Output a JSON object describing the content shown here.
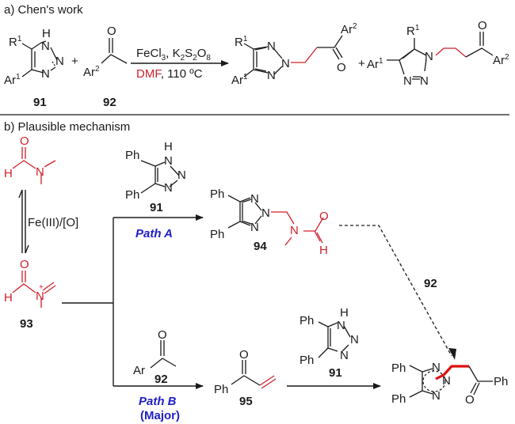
{
  "sections": {
    "a": {
      "title": "a) Chen's work"
    },
    "b": {
      "title": "b) Plausible mechanism"
    }
  },
  "colors": {
    "highlight": "#d0202a",
    "path_label": "#2020c8",
    "text": "#1a1a1a"
  },
  "reaction_a": {
    "reagent_top": "FeCl3, K2S2O8",
    "reagent_top_parts": {
      "fecl": "FeCl",
      "sub3": "3",
      "comma": ", K",
      "sub2a": "2",
      "s": "S",
      "sub2b": "2",
      "o": "O",
      "sub8": "8"
    },
    "reagent_bottom_dmf": "DMF",
    "reagent_bottom_rest": ", 110 ºC",
    "plus": "+",
    "compounds": {
      "c91": {
        "label": "91",
        "R": "R",
        "R_sup": "1",
        "Ar": "Ar",
        "Ar_sup": "1",
        "H": "H",
        "N": "N"
      },
      "c92": {
        "label": "92",
        "Ar": "Ar",
        "Ar_sup": "2",
        "O": "O"
      },
      "prod_n2": {
        "R": "R",
        "R_sup": "1",
        "Ar1": "Ar",
        "Ar1_sup": "1",
        "Ar2": "Ar",
        "Ar2_sup": "2",
        "N": "N",
        "O": "O"
      },
      "prod_n1": {
        "R": "R",
        "R_sup": "1",
        "Ar1": "Ar",
        "Ar1_sup": "1",
        "Ar2": "Ar",
        "Ar2_sup": "2",
        "N": "N",
        "O": "O"
      }
    }
  },
  "mechanism": {
    "dmf": {
      "O": "O",
      "H": "H",
      "N": "N"
    },
    "equilibrium_label": "Fe(III)/[O]",
    "c93": {
      "label": "93",
      "O": "O",
      "H": "H",
      "N": "N",
      "charge": "+"
    },
    "path_a": {
      "label": "Path A",
      "reagent": {
        "label": "91",
        "Ph1": "Ph",
        "Ph2": "Ph",
        "H": "H",
        "N": "N"
      }
    },
    "c94": {
      "label": "94",
      "Ph1": "Ph",
      "Ph2": "Ph",
      "N": "N",
      "O": "O",
      "H": "H"
    },
    "dashed_arrow_label": "92",
    "path_b": {
      "label": "Path B",
      "sublabel": "(Major)",
      "reagent": {
        "label": "92",
        "Ar": "Ar",
        "O": "O"
      }
    },
    "c95": {
      "label": "95",
      "Ph": "Ph",
      "O": "O"
    },
    "step_reagent": {
      "label": "91",
      "Ph1": "Ph",
      "Ph2": "Ph",
      "H": "H",
      "N": "N"
    },
    "product": {
      "Ph1": "Ph",
      "Ph2": "Ph",
      "Ph3": "Ph",
      "N": "N",
      "O": "O"
    }
  }
}
